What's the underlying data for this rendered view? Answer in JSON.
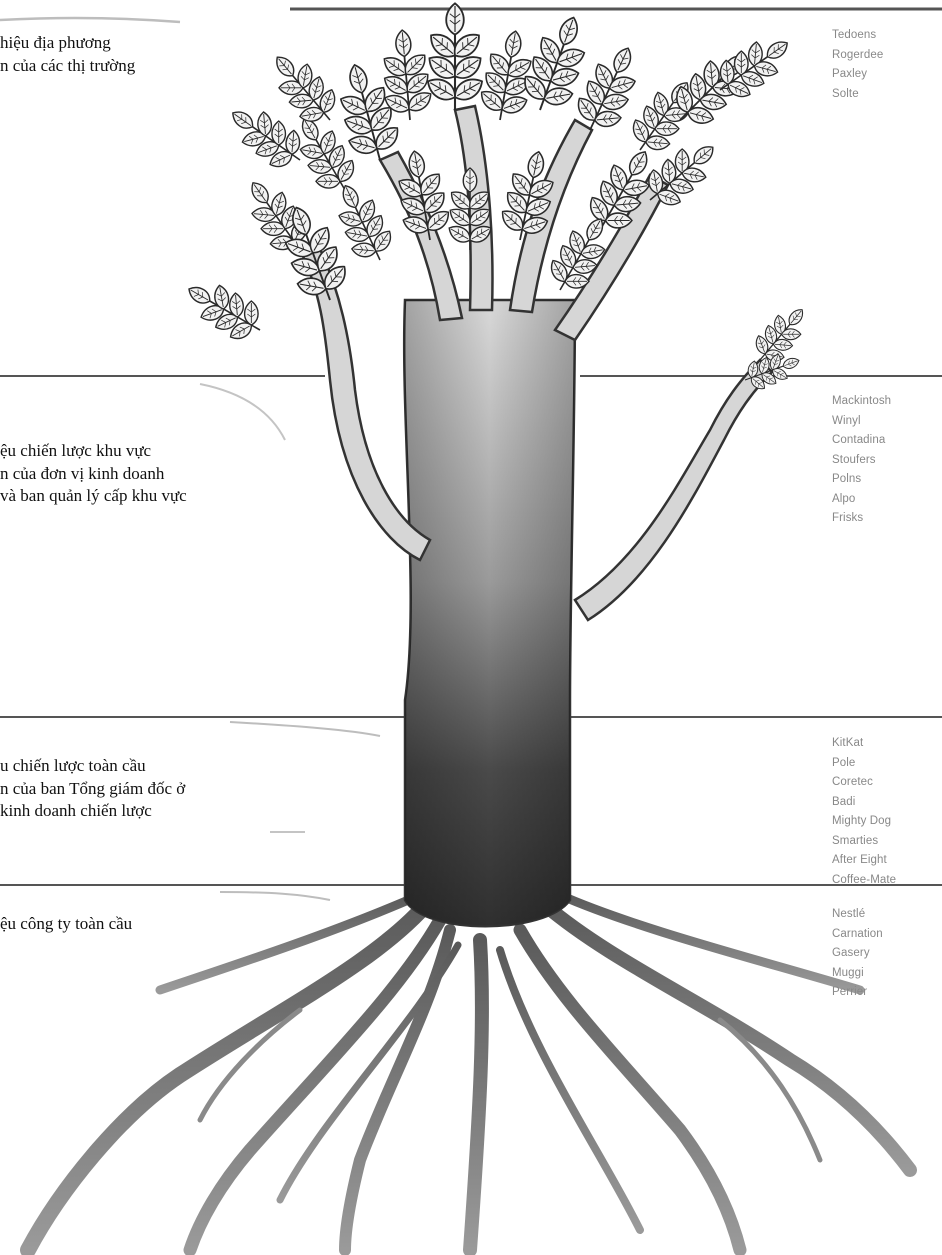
{
  "colors": {
    "ink": "#111111",
    "trunk_light": "#cfcfcf",
    "trunk_dark": "#3e3e3e",
    "leaf_outline": "#2a2a2a",
    "brand_text": "#888888",
    "rule_line": "#555555"
  },
  "tiers": [
    {
      "id": "local",
      "description_lines": [
        "hiệu địa phương",
        "n của các thị trường"
      ],
      "brands": [
        "Tedoens",
        "Rogerdee",
        "Paxley",
        "Solte"
      ]
    },
    {
      "id": "regional",
      "description_lines": [
        "ệu chiến lược khu vực",
        "n của đơn vị kinh doanh",
        "và ban quản lý cấp khu vực"
      ],
      "brands": [
        "Mackintosh",
        "Winyl",
        "Contadina",
        "Stoufers",
        "Polns",
        "Alpo",
        "Frisks"
      ]
    },
    {
      "id": "global-strategic",
      "description_lines": [
        "u chiến lược toàn cầu",
        "n của ban Tổng giám đốc ở",
        "kinh doanh chiến lược"
      ],
      "brands": [
        "KitKat",
        "Pole",
        "Coretec",
        "Badi",
        "Mighty Dog",
        "Smarties",
        "After Eight",
        "Coffee-Mate"
      ]
    },
    {
      "id": "global-corporate",
      "description_lines": [
        "ệu công ty toàn cầu"
      ],
      "brands": [
        "Nestlé",
        "Carnation",
        "Gasery",
        "Muggi",
        "Perrier"
      ]
    }
  ]
}
